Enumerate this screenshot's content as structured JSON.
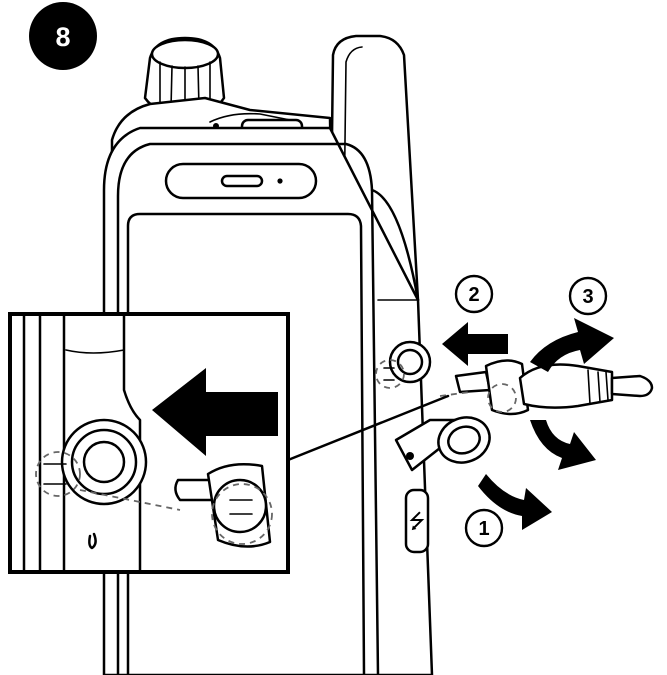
{
  "step": {
    "number": "8"
  },
  "callouts": [
    {
      "label": "1"
    },
    {
      "label": "2"
    },
    {
      "label": "3"
    }
  ],
  "usb_symbol": "⭍",
  "icons": [
    "radio-device",
    "detail-inset",
    "push-arrow-icon",
    "rotate-arrow-icon",
    "open-cover-arrow-icon",
    "usb-icon"
  ],
  "colors": {
    "ink": "#000000",
    "paper": "#ffffff",
    "dashed": "#666666"
  }
}
